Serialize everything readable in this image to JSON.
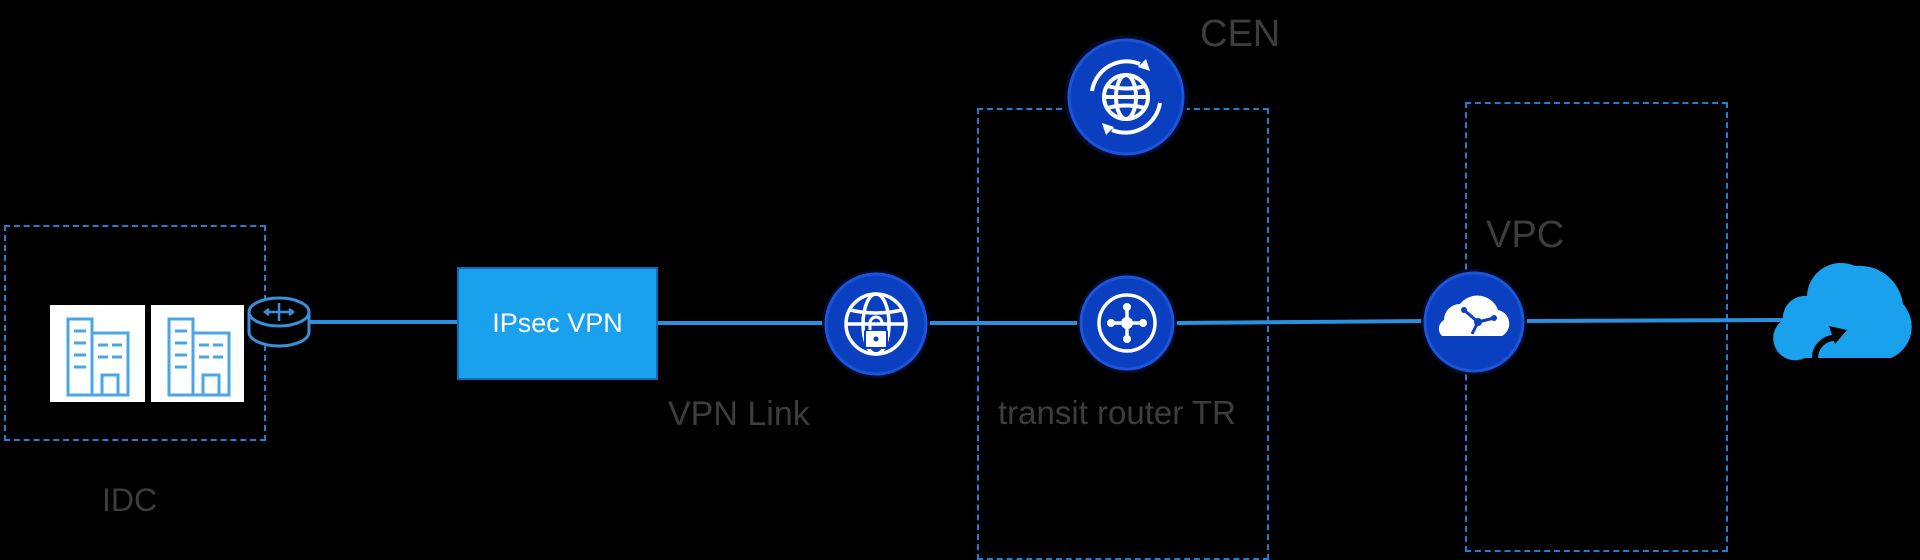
{
  "diagram": {
    "labels": {
      "cen": "CEN",
      "vpc": "VPC",
      "idc": "IDC",
      "vpn_link": "VPN Link",
      "transit_router": "transit router TR",
      "ipsec_vpn": "IPsec VPN"
    },
    "colors": {
      "background": "#000000",
      "link_line": "#2b8fe0",
      "dashed_border": "#1e7fd4",
      "node_fill": "#0a3fbf",
      "vpn_box_fill": "#1aa1ee",
      "label_text": "#3d3d3d"
    },
    "icons": [
      "building-icon",
      "router-icon",
      "vpn-gateway-icon",
      "cen-globe-icon",
      "transit-router-icon",
      "vpc-cloud-icon",
      "internet-cloud-icon"
    ]
  }
}
